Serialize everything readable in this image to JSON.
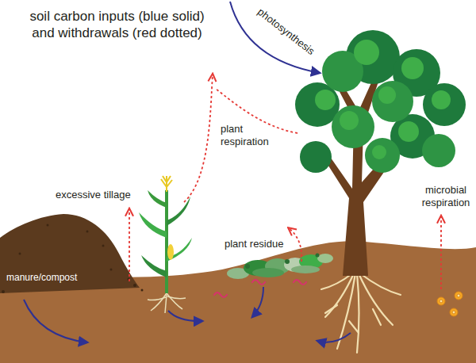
{
  "diagram": {
    "title": "soil carbon inputs (blue solid) and withdrawals (red dotted)",
    "labels": [
      "photosynthesis",
      "plant respiration",
      "excessive tillage",
      "manure/compost",
      "plant residue",
      "microbial respiration"
    ]
  }
}
